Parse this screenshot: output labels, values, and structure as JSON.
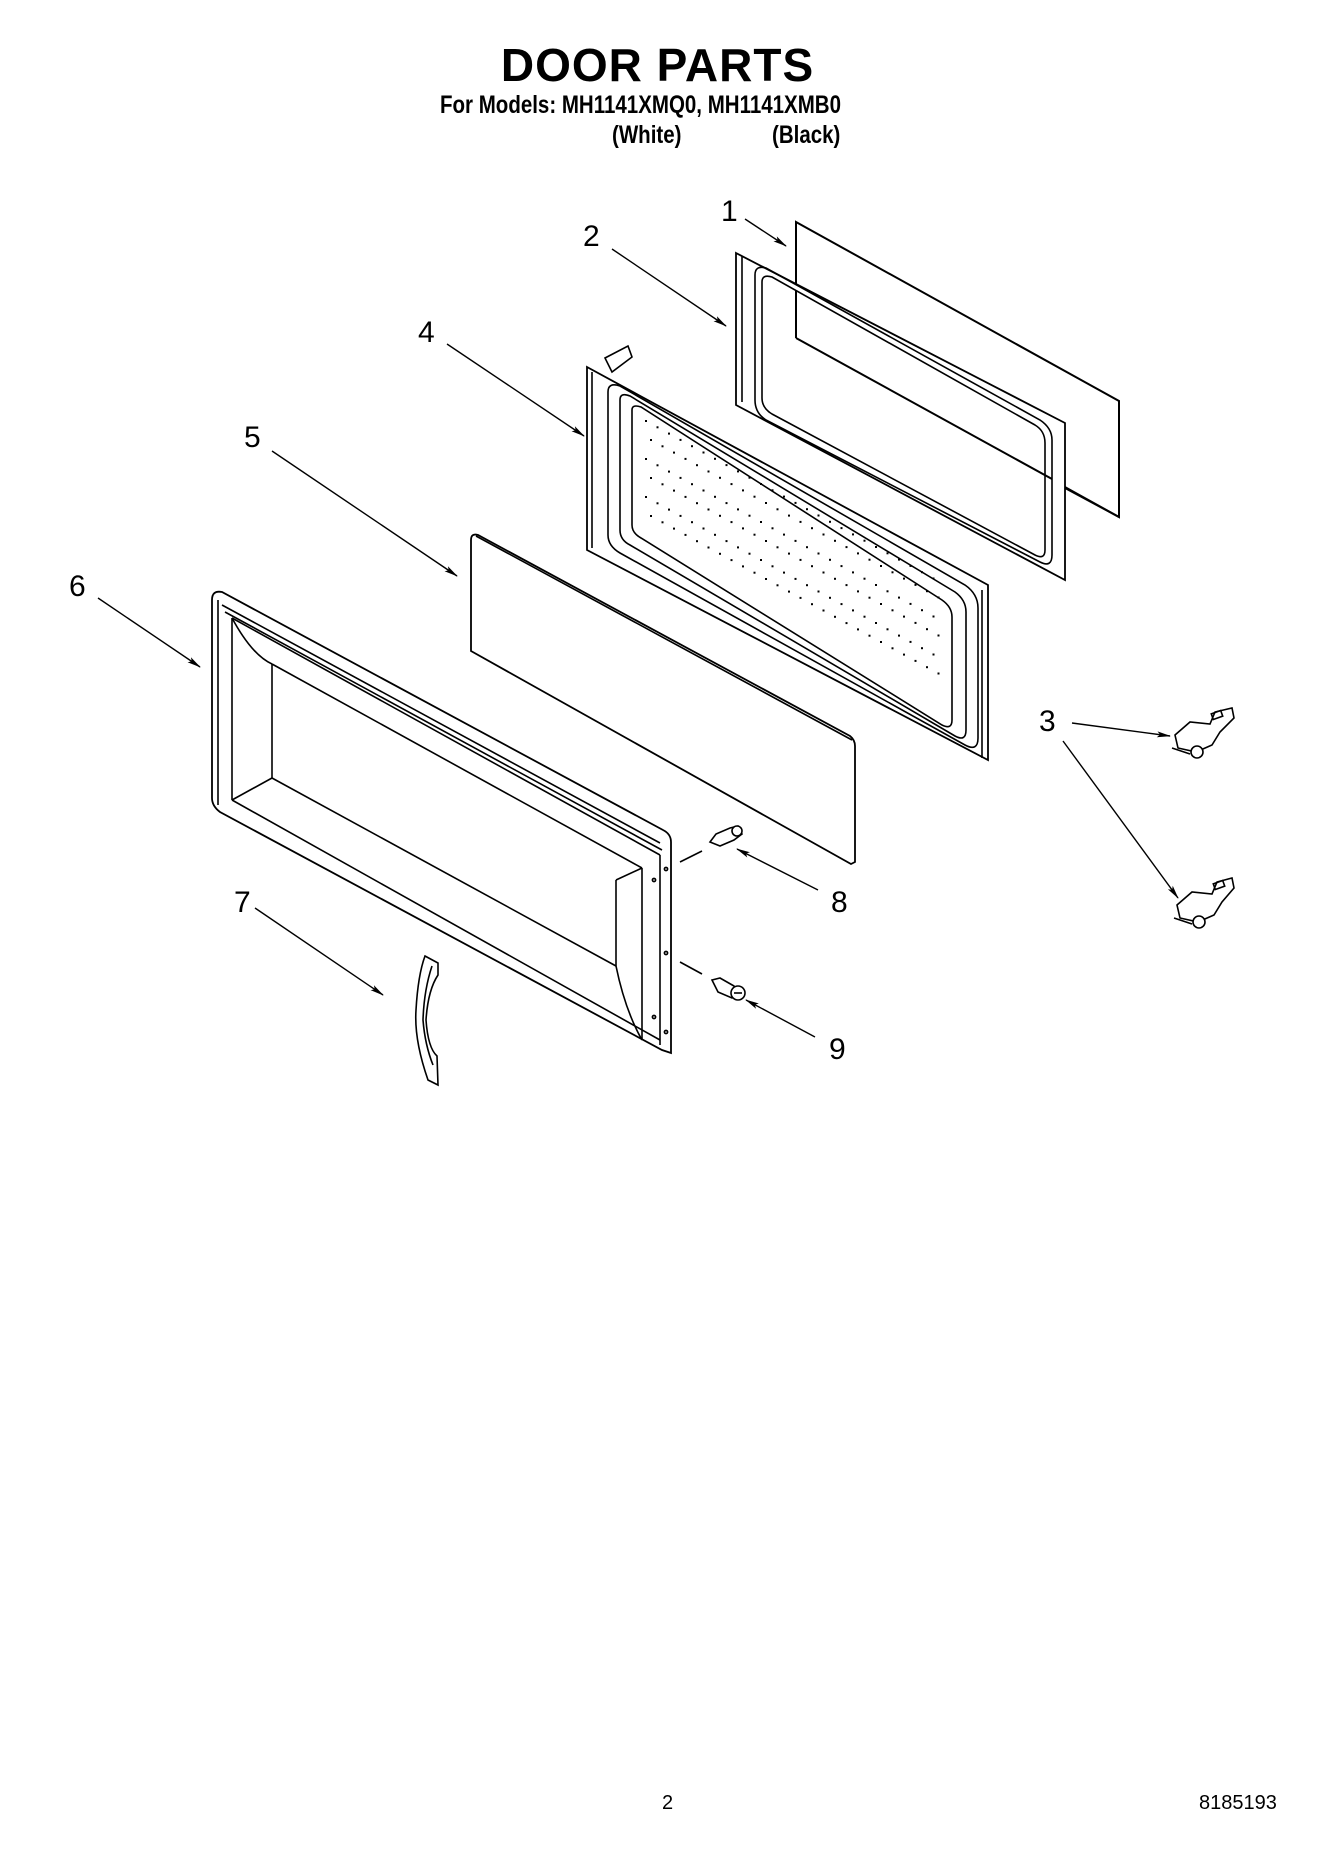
{
  "header": {
    "title": "DOOR PARTS",
    "models_line": "For Models: MH1141XMQ0, MH1141XMB0",
    "colors": [
      {
        "model": "MH1141XMQ0",
        "label": "(White)"
      },
      {
        "model": "MH1141XMB0",
        "label": "(Black)"
      }
    ]
  },
  "diagram": {
    "callouts": [
      {
        "number": "1",
        "part": "glass-sheet"
      },
      {
        "number": "2",
        "part": "door-choke-frame"
      },
      {
        "number": "3",
        "part": "door-latch-hooks"
      },
      {
        "number": "4",
        "part": "inner-door-panel"
      },
      {
        "number": "5",
        "part": "door-window-panel"
      },
      {
        "number": "6",
        "part": "door-frame"
      },
      {
        "number": "7",
        "part": "door-handle"
      },
      {
        "number": "8",
        "part": "screw"
      },
      {
        "number": "9",
        "part": "screw"
      }
    ]
  },
  "footer": {
    "page_number": "2",
    "document_number": "8185193"
  }
}
